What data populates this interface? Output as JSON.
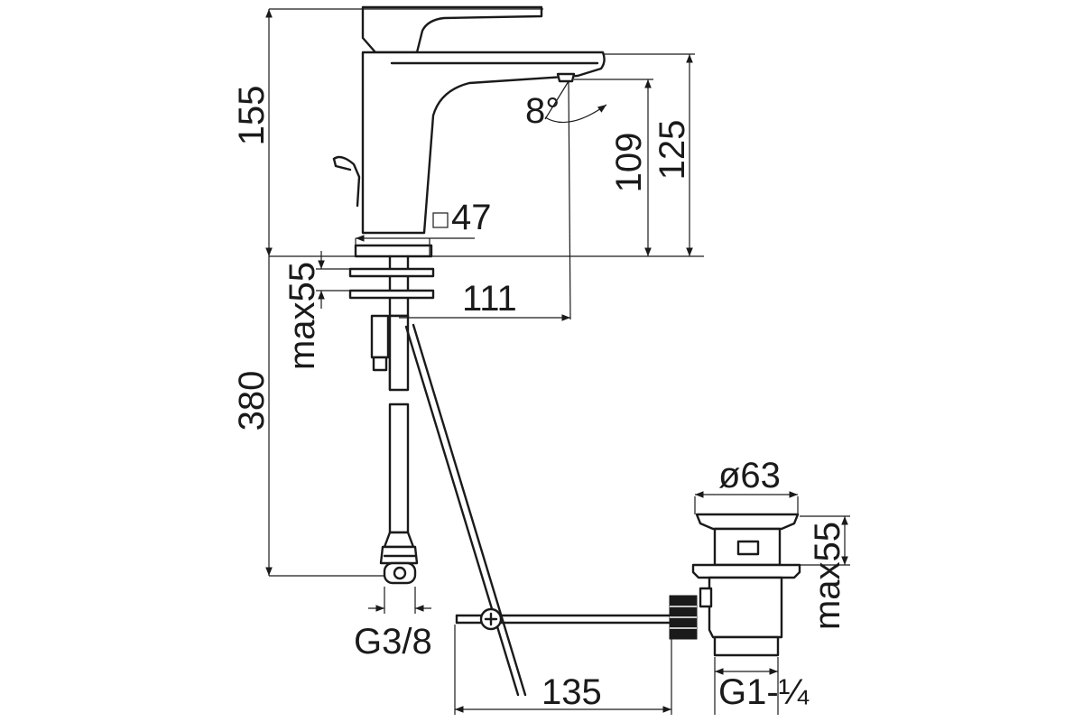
{
  "dimensions": {
    "total_height": "155",
    "spout_height_outer": "125",
    "spout_height_inner": "109",
    "spout_angle": "8°",
    "base_size": "47",
    "projection": "111",
    "deck_thickness": "max55",
    "hose_length": "380",
    "hose_connector": "G3/8",
    "rod_length": "135",
    "waste_diameter": "ø63",
    "waste_deck_thickness": "max55",
    "waste_thread": "G1-¼"
  },
  "colors": {
    "line": "#1a1a1a",
    "background": "#ffffff"
  }
}
